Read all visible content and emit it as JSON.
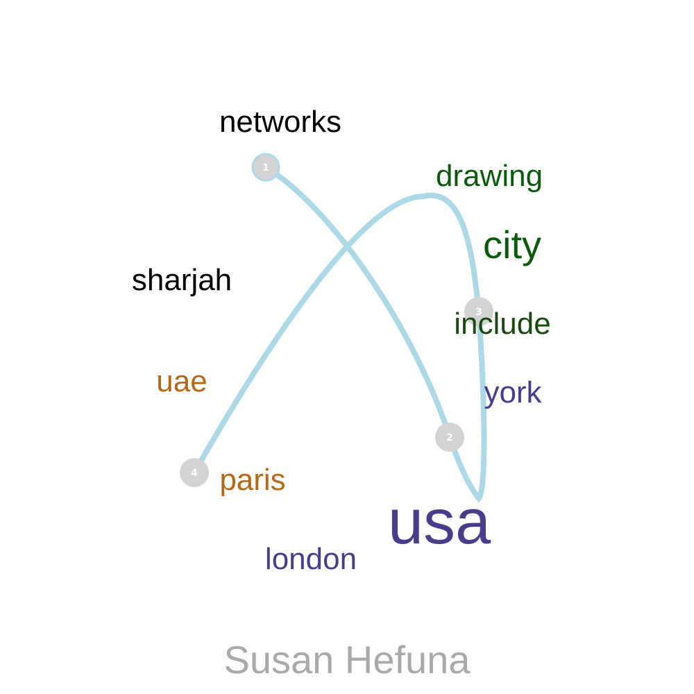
{
  "title": "Susan Hefuna",
  "colors": {
    "path": "#add8e6",
    "node": "#d3d3d3",
    "node_label": "#ffffff",
    "title": "#a9a9a9",
    "black": "#000000",
    "green": "#0b5a0b",
    "dark_green": "#1a4a10",
    "purple": "#483d8b",
    "orange": "#b06a1a"
  },
  "nodes": [
    {
      "label": "1"
    },
    {
      "label": "2"
    },
    {
      "label": "3"
    },
    {
      "label": "4"
    }
  ],
  "words": [
    {
      "text": "networks",
      "color": "#000000"
    },
    {
      "text": "drawing",
      "color": "#0b5a0b"
    },
    {
      "text": "city",
      "color": "#0b5a0b"
    },
    {
      "text": "sharjah",
      "color": "#000000"
    },
    {
      "text": "include",
      "color": "#1a4a10"
    },
    {
      "text": "uae",
      "color": "#b06a1a"
    },
    {
      "text": "york",
      "color": "#483d8b"
    },
    {
      "text": "paris",
      "color": "#b06a1a"
    },
    {
      "text": "usa",
      "color": "#483d8b"
    },
    {
      "text": "london",
      "color": "#483d8b"
    }
  ]
}
